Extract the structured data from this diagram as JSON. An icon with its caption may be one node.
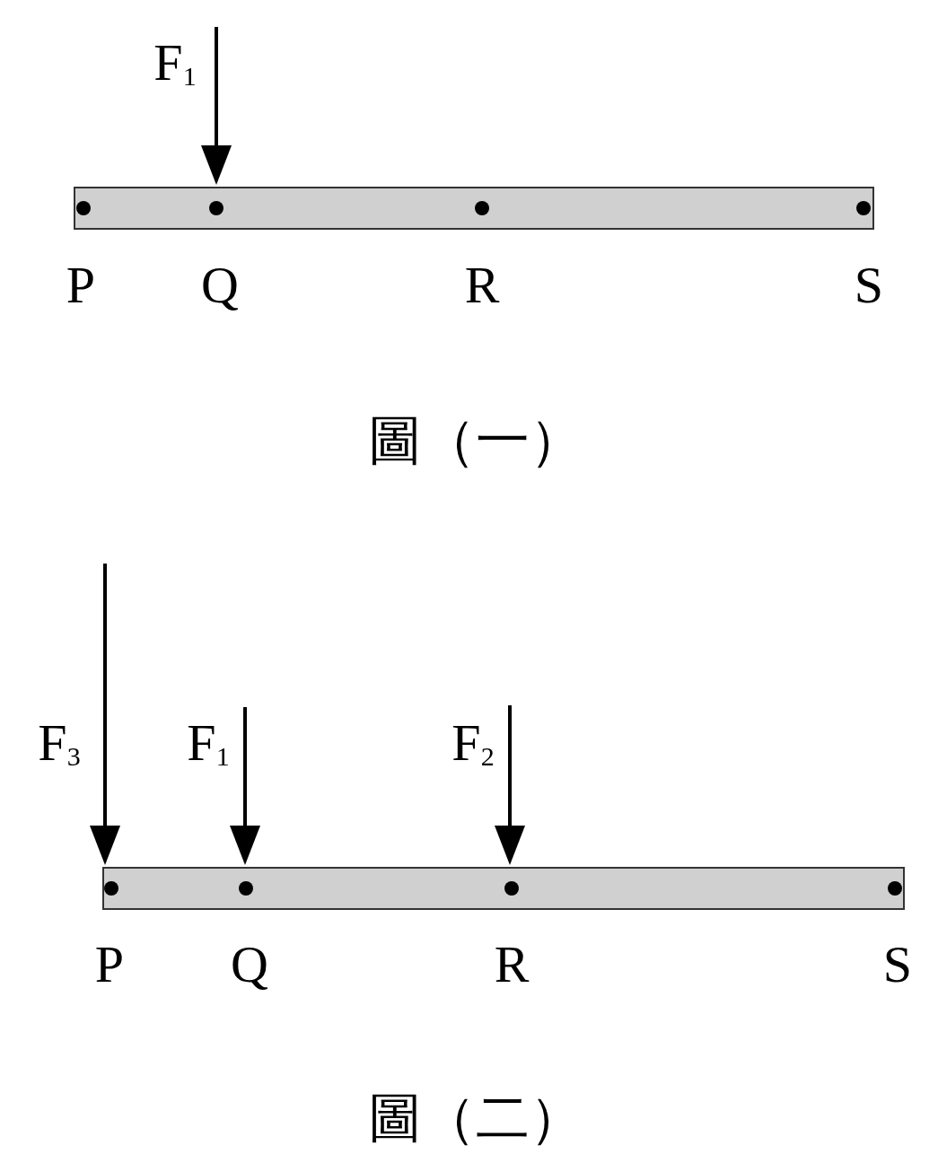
{
  "diagram": {
    "labels": [
      "F$_{1}$",
      "P",
      "Q",
      "R",
      "S",
      "圖（一）",
      "F$_{3}$",
      "F$_{1}$",
      "F$_{2}$",
      "P",
      "Q",
      "R",
      "S",
      "圖（二）"
    ]
  }
}
